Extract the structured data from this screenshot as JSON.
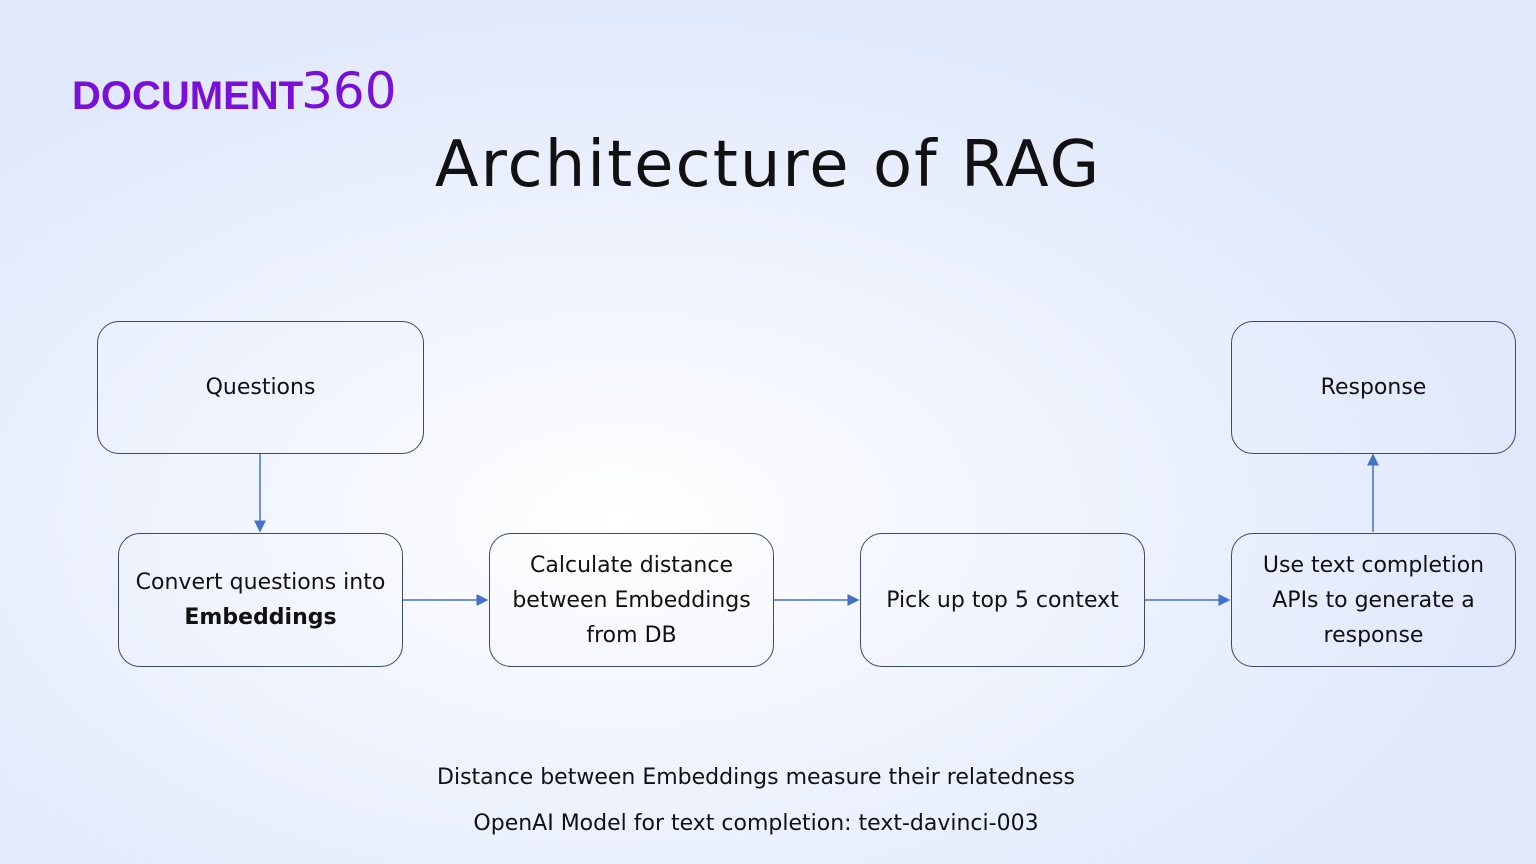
{
  "logo": {
    "word": "DOCUMENT",
    "number": "360"
  },
  "title": "Architecture of RAG",
  "nodes": {
    "questions": "Questions",
    "convert_prefix": "Convert questions into ",
    "convert_bold": "Embeddings",
    "calculate": "Calculate distance between Embeddings from DB",
    "pick": "Pick up top 5 context",
    "use": "Use text completion APIs to generate a response",
    "response": "Response"
  },
  "notes": [
    "Distance between Embeddings measure their relatedness",
    "OpenAI Model for text completion: text-davinci-003"
  ],
  "colors": {
    "logo": "#7a10d8",
    "arrow": "#4472c4",
    "border": "#3b4a6e"
  }
}
